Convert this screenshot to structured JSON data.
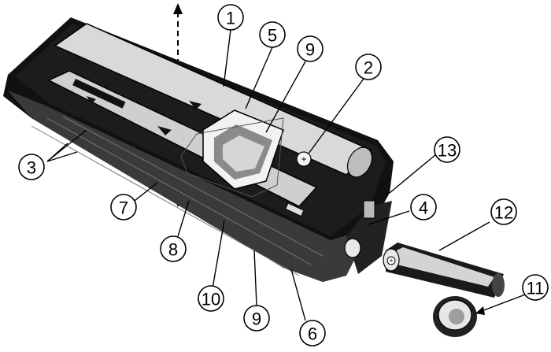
{
  "diagram": {
    "subject": "battery-case",
    "callouts": [
      {
        "id": "c1",
        "label": "1"
      },
      {
        "id": "c2",
        "label": "2"
      },
      {
        "id": "c3",
        "label": "3"
      },
      {
        "id": "c4",
        "label": "4"
      },
      {
        "id": "c5",
        "label": "5"
      },
      {
        "id": "c6",
        "label": "6"
      },
      {
        "id": "c7",
        "label": "7"
      },
      {
        "id": "c8",
        "label": "8"
      },
      {
        "id": "c9a",
        "label": "9"
      },
      {
        "id": "c9b",
        "label": "9"
      },
      {
        "id": "c10",
        "label": "10"
      },
      {
        "id": "c11",
        "label": "11"
      },
      {
        "id": "c12",
        "label": "12"
      },
      {
        "id": "c13",
        "label": "13"
      }
    ],
    "colors": {
      "ink": "#000000",
      "paper": "#ffffff",
      "mid_gray": "#6a6a6a",
      "light_gray": "#d9d9d9"
    }
  }
}
